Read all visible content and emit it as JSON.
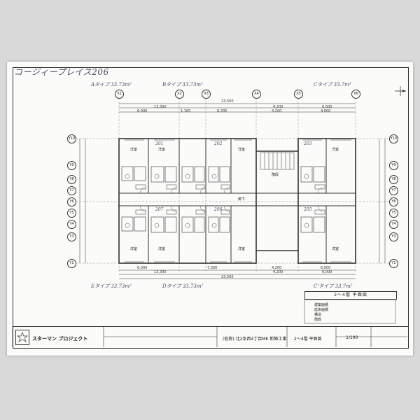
{
  "handwritten": {
    "title": "コージィープレイス206",
    "types": [
      {
        "text": "Aタイプ 33.73m²"
      },
      {
        "text": "Bタイプ 33.73m²"
      },
      {
        "text": "Cタイプ 33.7m²"
      },
      {
        "text": "Eタイプ 33.73m²"
      },
      {
        "text": "Dタイプ 33.73m²"
      },
      {
        "text": "C'タイプ 33.7m²"
      }
    ]
  },
  "grid_top": [
    "X1",
    "X2",
    "X3",
    "X4",
    "X5",
    "X6"
  ],
  "grid_side": [
    "Y10",
    "Y9",
    "Y8",
    "Y7",
    "Y6",
    "Y5",
    "Y4",
    "Y3",
    "Y1"
  ],
  "dims_top": {
    "overall": "23,500",
    "parts": [
      "13,300",
      "4,200",
      "6,000"
    ],
    "sub": [
      "6,000",
      "1,165",
      "6,335",
      "4,200",
      "4,000"
    ]
  },
  "dims_bottom": {
    "overall": "23,500",
    "parts": [
      "13,300",
      "4,200",
      "6,000"
    ],
    "sub": [
      "6,000",
      "7,300",
      "4,200",
      "6,000"
    ]
  },
  "rooms": [
    {
      "text": "洋室"
    },
    {
      "text": "洋室"
    },
    {
      "text": "洋室"
    },
    {
      "text": "洋室"
    },
    {
      "text": "洋室"
    },
    {
      "text": "洋室"
    },
    {
      "text": "洋室"
    },
    {
      "text": "洋室"
    },
    {
      "text": "廊下"
    },
    {
      "text": "階段"
    }
  ],
  "units": [
    "201",
    "202",
    "203",
    "207",
    "206",
    "205"
  ],
  "plan_title": "2～4階 平面図",
  "specs": {
    "rows": [
      "建築面積",
      "延床面積",
      "構造",
      "階数"
    ]
  },
  "title_block": {
    "company": "スターマン プロジェクト",
    "project": "(仮称) 北2条西4丁目MK 新築工事",
    "drawing": "2～4階 平面図",
    "scale": "1/100"
  },
  "colors": {
    "paper": "#fbfbf9",
    "line": "#333333",
    "pencil": "#4a4a66"
  }
}
